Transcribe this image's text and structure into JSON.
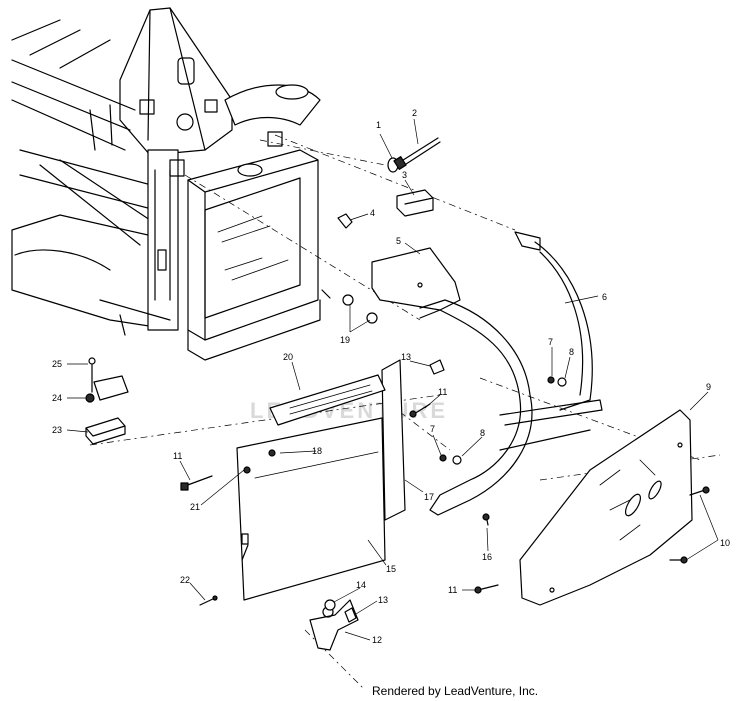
{
  "credit": "Rendered by LeadVenture, Inc.",
  "watermark": "LEADVENTURE",
  "callouts": {
    "c1": "1",
    "c2": "2",
    "c3": "3",
    "c4": "4",
    "c5": "5",
    "c6": "6",
    "c7a": "7",
    "c7b": "7",
    "c8a": "8",
    "c8b": "8",
    "c9": "9",
    "c10": "10",
    "c11a": "11",
    "c11b": "11",
    "c11c": "11",
    "c12": "12",
    "c13a": "13",
    "c13b": "13",
    "c14": "14",
    "c15": "15",
    "c16": "16",
    "c17": "17",
    "c18": "18",
    "c19": "19",
    "c20": "20",
    "c21": "21",
    "c22": "22",
    "c23": "23",
    "c24": "24",
    "c25": "25"
  }
}
